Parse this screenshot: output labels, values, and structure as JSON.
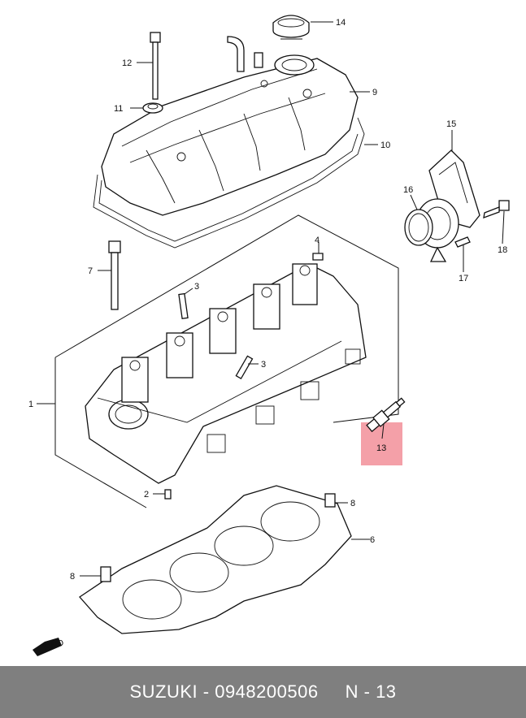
{
  "callouts": {
    "c1": "1",
    "c2": "2",
    "c3a": "3",
    "c3b": "3",
    "c4": "4",
    "c6": "6",
    "c7": "7",
    "c8a": "8",
    "c8b": "8",
    "c9": "9",
    "c10": "10",
    "c11": "11",
    "c12": "12",
    "c13": "13",
    "c14": "14",
    "c15": "15",
    "c16": "16",
    "c17": "17",
    "c18": "18"
  },
  "fwd_label": "FWD",
  "highlight_color": "#f4a0a8",
  "footer": {
    "brand": "SUZUKI",
    "separator1": " - ",
    "part_number": "0948200506",
    "gap": "     ",
    "ref": "N - 13"
  }
}
